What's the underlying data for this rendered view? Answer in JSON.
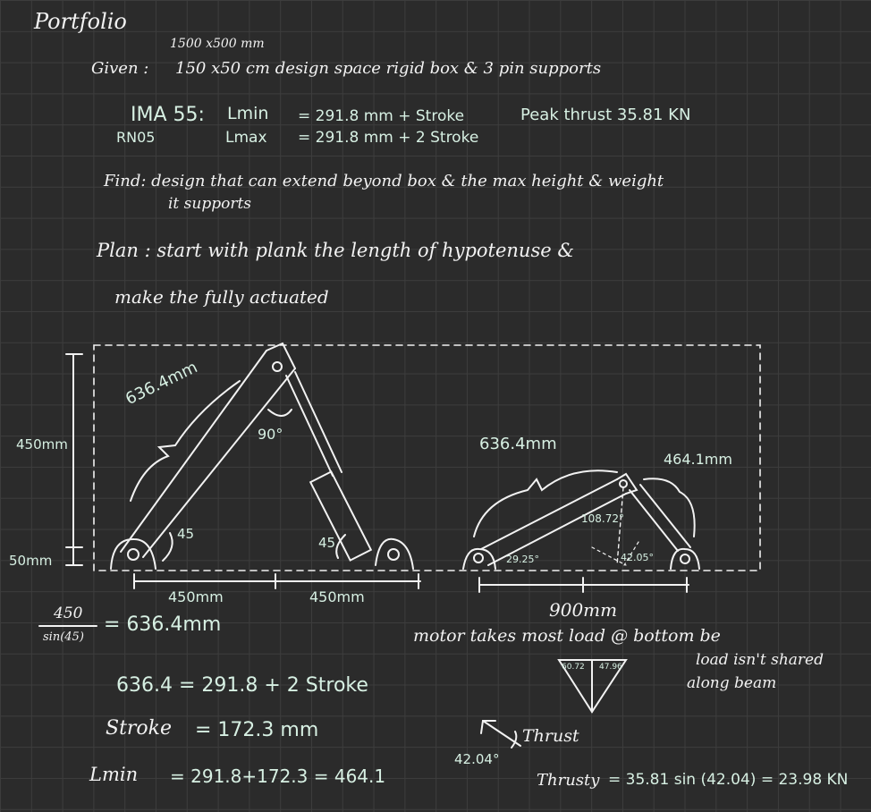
{
  "title": "Portfolio",
  "given": {
    "box_mm": "1500 x500 mm",
    "label": "Given :",
    "text": "150 x50 cm design space rigid box & 3 pin supports"
  },
  "actuator": {
    "model_top": "IMA 55:",
    "model_bottom": "RN05",
    "lmin_label": "Lmin",
    "lmin_eq": "= 291.8 mm + Stroke",
    "lmax_label": "Lmax",
    "lmax_eq": "= 291.8 mm + 2 Stroke",
    "peak_thrust": "Peak thrust 35.81 KN"
  },
  "find": {
    "line1": "Find: design that can extend beyond box & the max height & weight",
    "line2": "it supports"
  },
  "plan": {
    "line1": "Plan : start with plank the length of hypotenuse &",
    "line2": "make the fully actuated"
  },
  "diagram_left": {
    "height_450": "450mm",
    "height_50": "50mm",
    "plank_len": "636.4mm",
    "angle_top": "90°",
    "angle_left": "45",
    "angle_right": "45",
    "base_left": "450mm",
    "base_right": "450mm"
  },
  "diagram_right": {
    "plank_len": "636.4mm",
    "actuator_len": "464.1mm",
    "angle_top": "108.72°",
    "angle_left": "29.25°",
    "angle_right": "42.05°",
    "base": "900mm"
  },
  "calc": {
    "frac_num": "450",
    "frac_den": "sin(45)",
    "frac_result": "= 636.4mm",
    "eq1": "636.4 = 291.8 + 2 Stroke",
    "eq2_label": "Stroke",
    "eq2": "= 172.3 mm",
    "eq3_label": "Lmin",
    "eq3": "= 291.8+172.3 = 464.1"
  },
  "notes": {
    "motor_line1": "motor takes most load @ bottom be",
    "motor_line2": "load isn't shared",
    "motor_line3": "along beam",
    "tri_left": "60.72",
    "tri_right": "47.96",
    "angle_thrust": "42.04°",
    "thrust_label": "Thrust",
    "thrust_y_label": "Thrusty",
    "thrust_y_eq": "= 35.81 sin (42.04) = 23.98 KN"
  },
  "colors": {
    "background": "#2b2b2b",
    "grid": "#3d3d3d",
    "ink": "#f2f2f2",
    "mint": "#d7f0e3"
  }
}
